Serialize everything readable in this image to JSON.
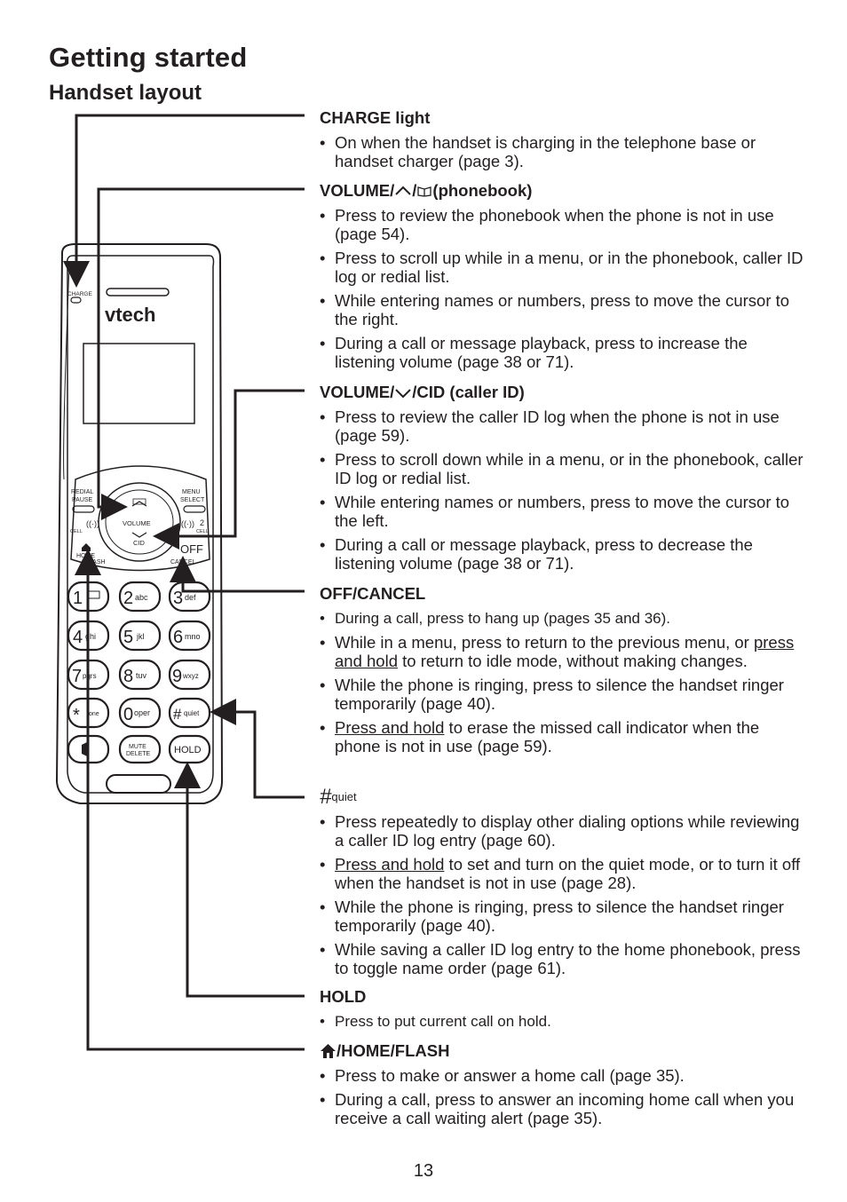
{
  "header": {
    "title": "Getting started",
    "subtitle": "Handset layout"
  },
  "handset": {
    "brand": "vtech",
    "charge_label": "CHARGE",
    "redial_pause": [
      "REDIAL",
      "PAUSE"
    ],
    "menu_select": [
      "MENU",
      "SELECT"
    ],
    "volume": "VOLUME",
    "cid": "CID",
    "cell1": "CELL",
    "cell2": "CELL",
    "cell_num": "2",
    "home_flash": [
      "HOME",
      "FLASH"
    ],
    "off": "OFF",
    "cancel": "CANCEL",
    "keys": [
      {
        "digit": "1",
        "letters": ""
      },
      {
        "digit": "2",
        "letters": "abc"
      },
      {
        "digit": "3",
        "letters": "def"
      },
      {
        "digit": "4",
        "letters": "ghi"
      },
      {
        "digit": "5",
        "letters": "jkl"
      },
      {
        "digit": "6",
        "letters": "mno"
      },
      {
        "digit": "7",
        "letters": "pqrs"
      },
      {
        "digit": "8",
        "letters": "tuv"
      },
      {
        "digit": "9",
        "letters": "wxyz"
      },
      {
        "digit": "*",
        "letters": "tone"
      },
      {
        "digit": "0",
        "letters": "oper"
      },
      {
        "digit": "#",
        "letters": "quiet"
      }
    ],
    "mute_delete": [
      "MUTE",
      "DELETE"
    ],
    "hold": "HOLD"
  },
  "sections": {
    "charge": {
      "title": "CHARGE light",
      "bullets": [
        "On when the handset is charging in the telephone base or handset charger (page 3)."
      ]
    },
    "volume_up": {
      "title_prefix": "VOLUME/",
      "title_slash": "/",
      "title_suffix": " (phonebook)",
      "bullets": [
        "Press to review the phonebook when the phone is not in use (page 54).",
        "Press to scroll up while in a menu, or in the phonebook, caller ID log or redial list.",
        "While entering names or numbers, press to move the cursor to the right.",
        "During a call or message playback, press to increase the listening volume (page 38 or 71)."
      ]
    },
    "volume_down": {
      "title_prefix": "VOLUME/",
      "title_suffix": "/CID (caller ID)",
      "bullets": [
        "Press to review the caller ID log when the phone is not in use (page 59).",
        "Press to scroll down while in a menu, or in the phonebook, caller ID log or redial list.",
        "While entering names or numbers, press to move the cursor to the left.",
        "During a call or message playback, press to decrease the listening volume (page 38 or 71)."
      ]
    },
    "off_cancel": {
      "title": "OFF/CANCEL",
      "bullet1": "During a call, press to hang up (pages 35 and 36).",
      "bullet2_a": "While in a menu, press to return to the previous menu, or ",
      "bullet2_u": "press and hold",
      "bullet2_b": " to return to idle mode, without making changes.",
      "bullet3": "While the phone is ringing, press to silence the handset ringer temporarily (page 40).",
      "bullet4_u": "Press and hold",
      "bullet4_b": " to erase the missed call indicator when the phone is not in use (page 59)."
    },
    "quiet": {
      "title_hash": "#",
      "title_word": "quiet",
      "bullet1": "Press repeatedly to display other dialing options while reviewing a caller ID log entry (page 60).",
      "bullet2_u": "Press and hold",
      "bullet2_b": " to set and turn on the quiet mode, or to turn it off when the handset is not in use (page 28).",
      "bullet3": "While the phone is ringing, press to silence the handset ringer temporarily (page 40).",
      "bullet4": "While saving a caller ID log entry to the home phonebook, press to toggle name order (page 61)."
    },
    "hold": {
      "title": "HOLD",
      "bullets": [
        "Press to put current call on hold."
      ]
    },
    "home_flash": {
      "title": "/HOME/FLASH",
      "bullets": [
        "Press to make or answer a home call (page 35).",
        "During a call, press to answer an incoming home call when you receive a call waiting alert (page 35)."
      ]
    }
  },
  "page_number": "13"
}
